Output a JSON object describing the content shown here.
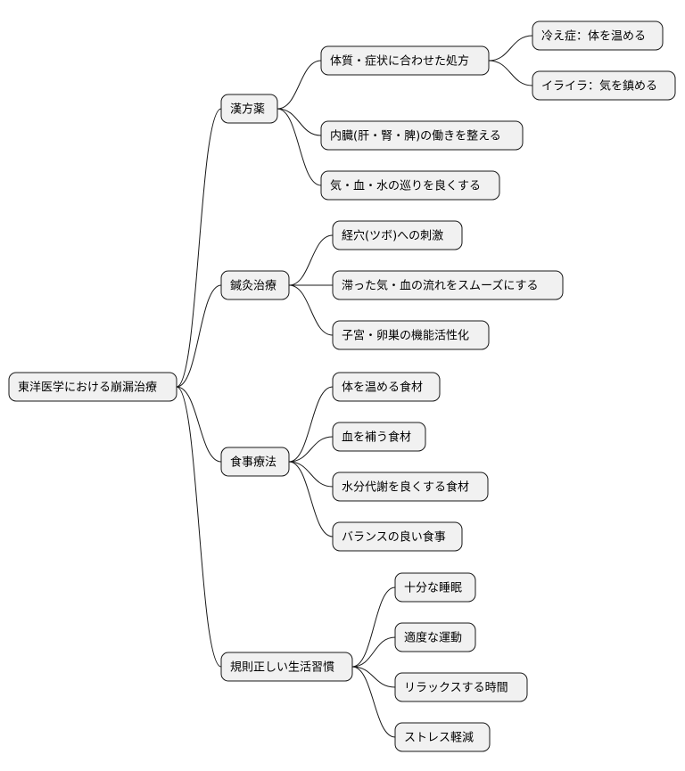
{
  "mindmap": {
    "root": {
      "label": "東洋医学における崩漏治療",
      "children": [
        {
          "label": "漢方薬",
          "children": [
            {
              "label": "体質・症状に合わせた処方",
              "children": [
                {
                  "label": "冷え症：体を温める"
                },
                {
                  "label": "イライラ：気を鎮める"
                }
              ]
            },
            {
              "label": "内臓(肝・腎・脾)の働きを整える"
            },
            {
              "label": "気・血・水の巡りを良くする"
            }
          ]
        },
        {
          "label": "鍼灸治療",
          "children": [
            {
              "label": "経穴(ツボ)への刺激"
            },
            {
              "label": "滞った気・血の流れをスムーズにする"
            },
            {
              "label": "子宮・卵巣の機能活性化"
            }
          ]
        },
        {
          "label": "食事療法",
          "children": [
            {
              "label": "体を温める食材"
            },
            {
              "label": "血を補う食材"
            },
            {
              "label": "水分代謝を良くする食材"
            },
            {
              "label": "バランスの良い食事"
            }
          ]
        },
        {
          "label": "規則正しい生活習慣",
          "children": [
            {
              "label": "十分な睡眠"
            },
            {
              "label": "適度な運動"
            },
            {
              "label": "リラックスする時間"
            },
            {
              "label": "ストレス軽減"
            }
          ]
        }
      ]
    }
  }
}
